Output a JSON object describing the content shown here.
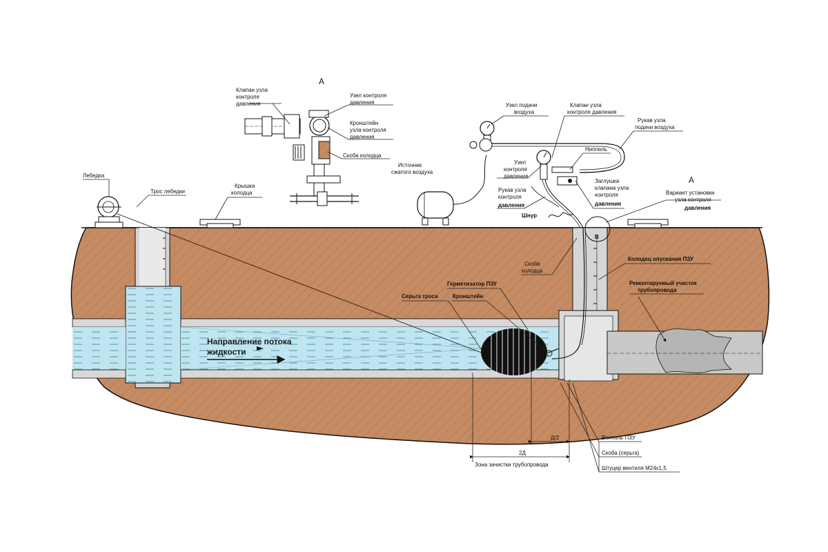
{
  "labels": {
    "view_a_top": "А",
    "view_a_right": "А",
    "valve_top_1": "Клапан узла",
    "valve_top_2": "контроля",
    "valve_top_3": "давления",
    "gauge_node_1": "Узел контроля",
    "gauge_node_2": "давления",
    "bracket_1": "Кронштейн",
    "bracket_2": "узла контроля",
    "bracket_3": "давления",
    "well_clamp_top": "Скоба колодца",
    "winch": "Лебедка",
    "winch_rope": "Трос лебедки",
    "well_cover_1": "Крышка",
    "well_cover_2": "колодца",
    "air_source_1": "Источник",
    "air_source_2": "сжатого воздуха",
    "air_node_1": "Узел подачи",
    "air_node_2": "воздуха",
    "valve_right_1": "Клапан узла",
    "valve_right_2": "контроля давления",
    "air_hose_1": "Рукав узла",
    "air_hose_2": "подачи воздуха",
    "nipple": "Ниппель",
    "pc_node_1": "Узел",
    "pc_node_2": "контроля",
    "pc_node_3": "давления",
    "plug_1": "Заглушка",
    "plug_2": "клапана узла",
    "plug_3": "контроля",
    "plug_4": "давления",
    "hose_pc_1": "Рукав узла",
    "hose_pc_2": "контроля",
    "hose_pc_3": "давления",
    "cord": "Шнур",
    "install_variant_1": "Вариант установки",
    "install_variant_2": "узла контроля",
    "install_variant_3": "давления",
    "well_clamp_mid_1": "Скоба",
    "well_clamp_mid_2": "колодца",
    "lowering_well": "Колодец опускания ПЗУ",
    "repaired_1": "Ремонтируемый участок",
    "repaired_2": "трубопровода",
    "sealer": "Герметизатор ПЗУ",
    "rope_shackle": "Серьга троса",
    "bracket_mid": "Кронштейн",
    "flow_1": "Направление потока",
    "flow_2": "жидкости",
    "valve_pzu": "Вентиль ПЗУ",
    "shackle": "Скоба (серьга)",
    "fitting": "Штуцер вентиля М24х1,5",
    "dim_d2": "Д/2",
    "dim_2d": "2Д",
    "cleaning_zone": "Зона зачистки трубопровода",
    "marker_b": "В"
  },
  "colors": {
    "soil": "#c58b62",
    "soil_hatch": "#5a3a24",
    "water": "#bfe5f0",
    "water_dash": "#3b7f95",
    "pipe_wall": "#d8d8d8",
    "pipe_right": "#c9c9c9",
    "sealer": "#111111",
    "line": "#111111"
  }
}
